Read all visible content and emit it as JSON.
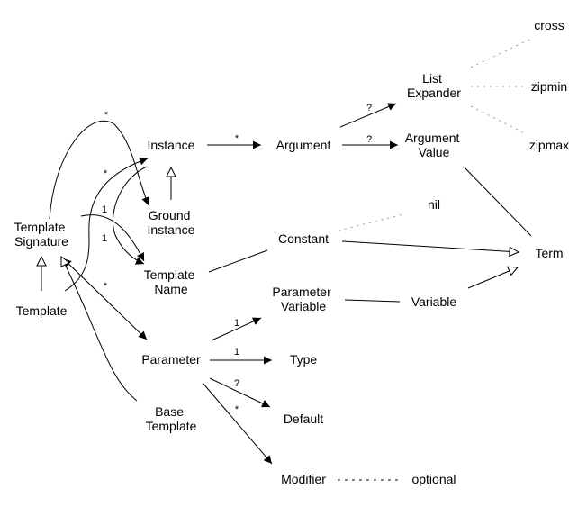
{
  "colors": {
    "line": "#000000",
    "dotted": "#9a9a9a",
    "background": "#ffffff"
  },
  "nodes": {
    "template_signature": [
      "Template",
      "Signature"
    ],
    "template": [
      "Template"
    ],
    "instance": [
      "Instance"
    ],
    "ground_instance": [
      "Ground",
      "Instance"
    ],
    "template_name": [
      "Template",
      "Name"
    ],
    "parameter": [
      "Parameter"
    ],
    "base_template": [
      "Base",
      "Template"
    ],
    "argument": [
      "Argument"
    ],
    "list_expander": [
      "List",
      "Expander"
    ],
    "argument_value": [
      "Argument",
      "Value"
    ],
    "cross": [
      "cross"
    ],
    "zipmin": [
      "zipmin"
    ],
    "zipmax": [
      "zipmax"
    ],
    "nil": [
      "nil"
    ],
    "constant": [
      "Constant"
    ],
    "term": [
      "Term"
    ],
    "parameter_variable": [
      "Parameter",
      "Variable"
    ],
    "variable": [
      "Variable"
    ],
    "type": [
      "Type"
    ],
    "default": [
      "Default"
    ],
    "modifier": [
      "Modifier"
    ],
    "optional": [
      "optional"
    ]
  },
  "multiplicities": {
    "sig_to_ground": "*",
    "template_to_instance": "*",
    "sig_to_name": "1",
    "instance_to_name": "1",
    "sig_to_parameter": "*",
    "instance_to_argument": "*",
    "argument_to_list_expander": "?",
    "argument_to_argument_value": "?",
    "parameter_to_parameter_variable": "1",
    "parameter_to_type": "1",
    "parameter_to_default": "?",
    "parameter_to_modifier": "*"
  }
}
